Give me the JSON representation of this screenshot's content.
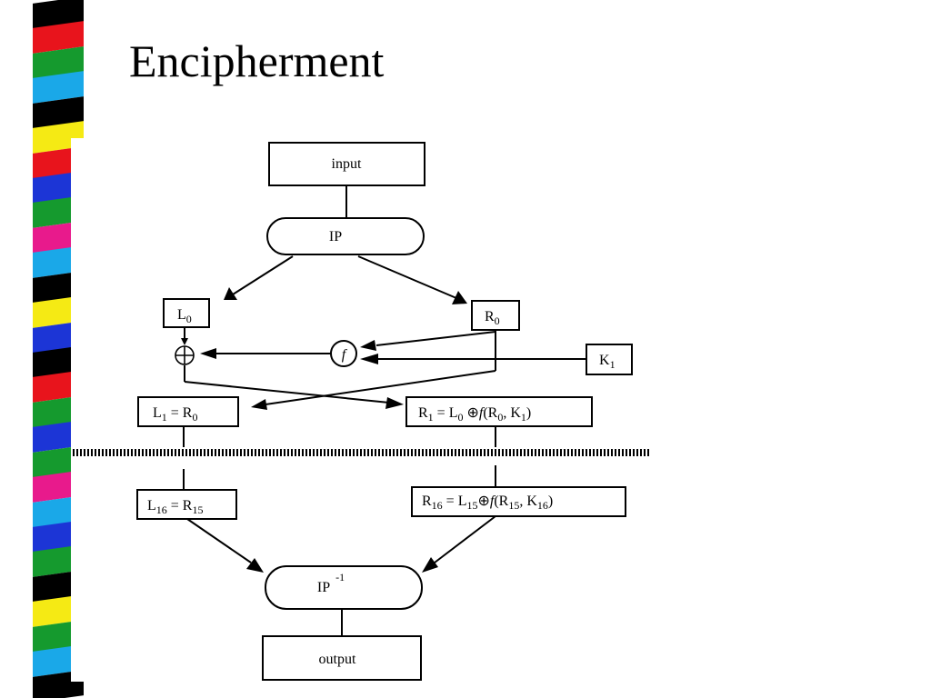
{
  "slide": {
    "title": "Encipherment"
  },
  "theme": {
    "stripe_colors": [
      "#000000",
      "#e8141c",
      "#159a2e",
      "#1aa8e8",
      "#000000",
      "#f5ea14",
      "#e8141c",
      "#1c35d6",
      "#159a2e",
      "#e81a8c",
      "#1aa8e8",
      "#000000",
      "#f5ea14",
      "#1c35d6",
      "#000000",
      "#e8141c",
      "#159a2e",
      "#1c35d6",
      "#159a2e",
      "#e81a8c",
      "#1aa8e8",
      "#1c35d6",
      "#159a2e",
      "#000000",
      "#f5ea14",
      "#159a2e",
      "#1aa8e8",
      "#000000"
    ]
  },
  "diagram": {
    "input": {
      "text": "input"
    },
    "ip": {
      "text": "IP"
    },
    "l0": {
      "base": "L",
      "sub": "0"
    },
    "r0": {
      "base": "R",
      "sub": "0"
    },
    "f_node": {
      "text": "f"
    },
    "xor_symbol": "⊕",
    "k1": {
      "base": "K",
      "sub": "1"
    },
    "l1_eq": {
      "p1": "L",
      "s1": "1",
      "p2": " = R",
      "s2": "0"
    },
    "r1_eq": {
      "p1": "R",
      "s1": "1",
      "p2": " = L",
      "s2": "0",
      "p3": " ⊕",
      "p4": "f",
      "p5": "(R",
      "s3": "0",
      "p6": ", K",
      "s4": "1",
      "p7": ")"
    },
    "l16_eq": {
      "p1": "L",
      "s1": "16",
      "p2": " = R",
      "s2": "15"
    },
    "r16_eq": {
      "p1": "R",
      "s1": "16",
      "p2": " = L",
      "s2": "15",
      "p3": "⊕",
      "p4": "f",
      "p5": "(R",
      "s3": "15",
      "p6": ", K",
      "s4": "16",
      "p7": ")"
    },
    "ip_inv": {
      "base": "IP",
      "sup": "-1"
    },
    "output": {
      "text": "output"
    }
  }
}
